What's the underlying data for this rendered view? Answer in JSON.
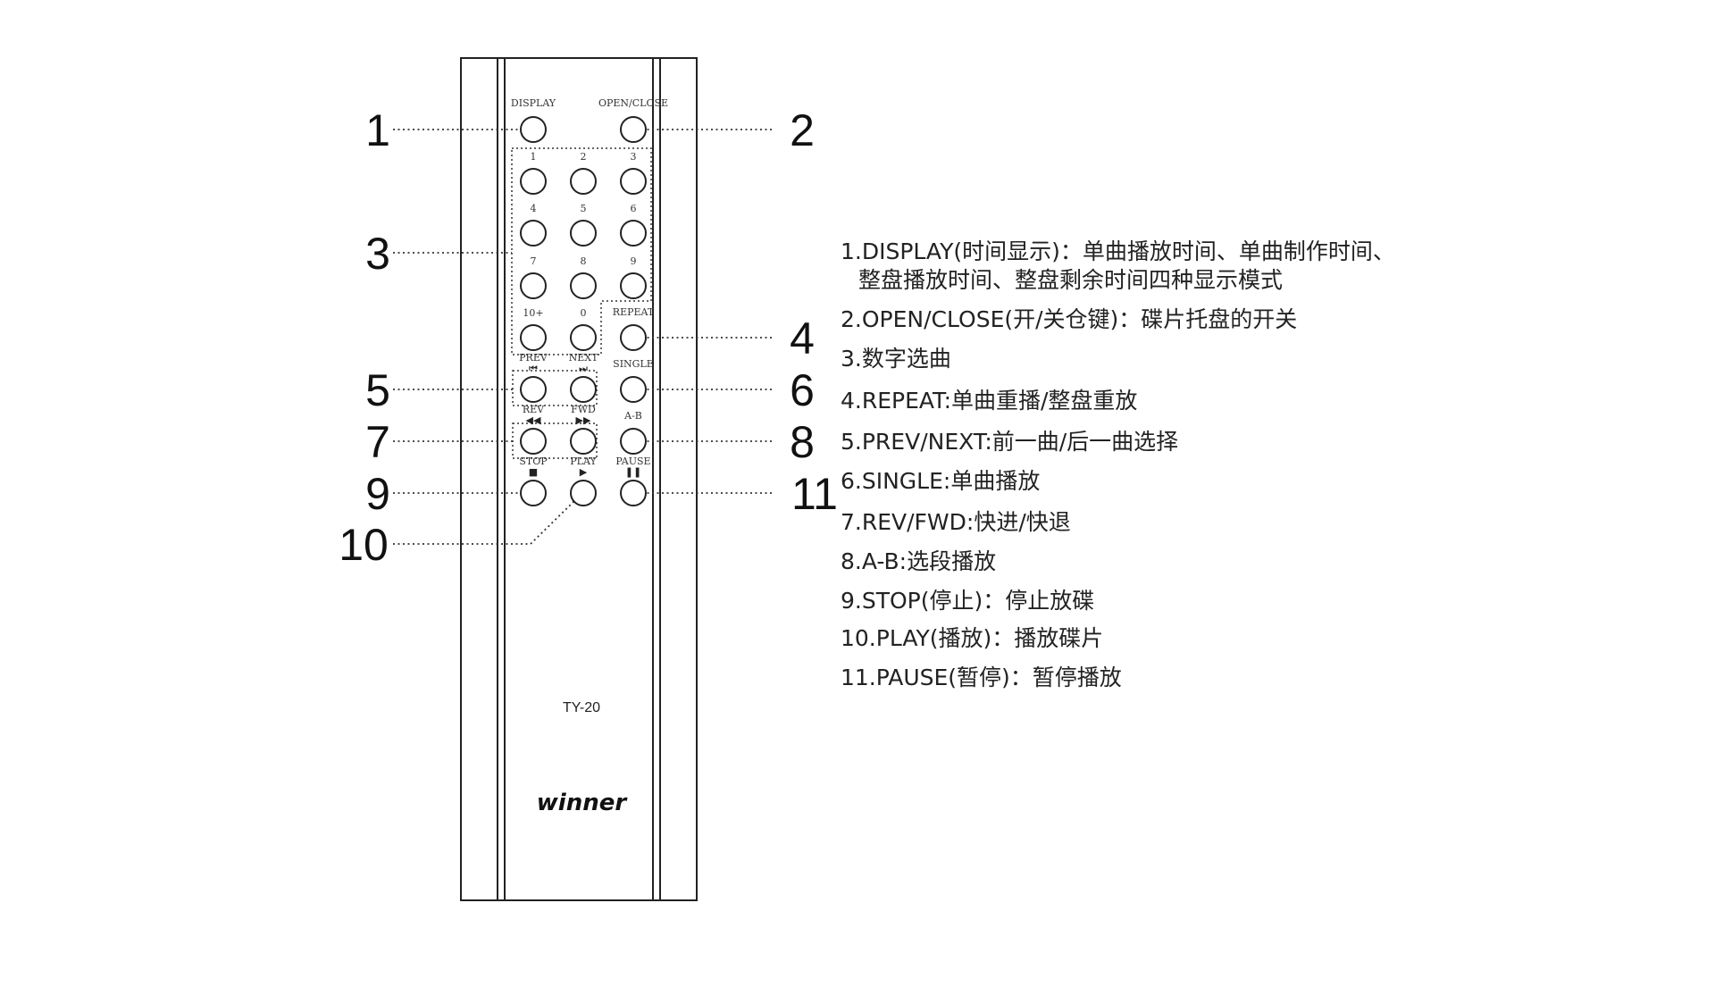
{
  "remote": {
    "model": "TY-20",
    "brand": "winner",
    "top_buttons": [
      {
        "label": "DISPLAY",
        "callout": "1"
      },
      {
        "label": "OPEN/CLOSE",
        "callout": "2"
      }
    ],
    "numeric_keys": [
      "1",
      "2",
      "3",
      "4",
      "5",
      "6",
      "7",
      "8",
      "9",
      "10+",
      "0"
    ],
    "side_buttons": [
      {
        "label": "REPEAT",
        "callout": "4"
      },
      {
        "label": "SINGLE",
        "callout": "6"
      },
      {
        "label": "A-B",
        "callout": "8"
      }
    ],
    "transport_buttons": [
      {
        "label": "PREV",
        "glyph": "⏮"
      },
      {
        "label": "NEXT",
        "glyph": "⏭"
      },
      {
        "label": "REV",
        "glyph": "◀◀"
      },
      {
        "label": "FWD",
        "glyph": "▶▶"
      },
      {
        "label": "STOP",
        "glyph": "■"
      },
      {
        "label": "PLAY",
        "glyph": "▶"
      },
      {
        "label": "PAUSE",
        "glyph": "❚❚"
      }
    ],
    "callouts": [
      "1",
      "2",
      "3",
      "4",
      "5",
      "6",
      "7",
      "8",
      "9",
      "10",
      "11"
    ]
  },
  "legend": [
    {
      "line1": "1.DISPLAY(时间显示)：单曲播放时间、单曲制作时间、",
      "line2": "整盘播放时间、整盘剩余时间四种显示模式"
    },
    {
      "line1": "2.OPEN/CLOSE(开/关仓键)：碟片托盘的开关"
    },
    {
      "line1": "3.数字选曲"
    },
    {
      "line1": "4.REPEAT:单曲重播/整盘重放"
    },
    {
      "line1": "5.PREV/NEXT:前一曲/后一曲选择"
    },
    {
      "line1": "6.SINGLE:单曲播放"
    },
    {
      "line1": "7.REV/FWD:快进/快退"
    },
    {
      "line1": "8.A-B:选段播放"
    },
    {
      "line1": "9.STOP(停止)：停止放碟"
    },
    {
      "line1": "10.PLAY(播放)：播放碟片"
    },
    {
      "line1": "11.PAUSE(暂停)：暂停播放"
    }
  ]
}
